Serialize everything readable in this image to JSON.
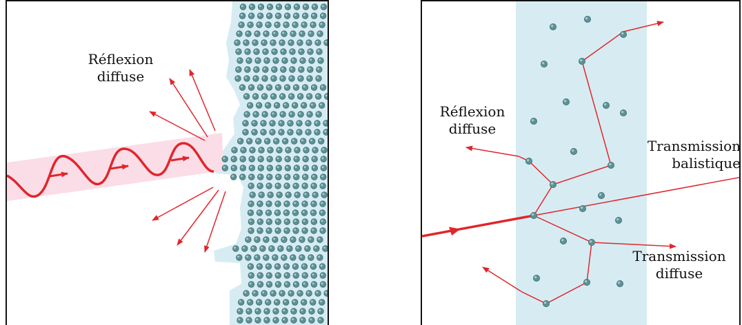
{
  "left_panel": {
    "label": {
      "line1": "Réflexion",
      "line2": "diffuse"
    }
  },
  "right_panel": {
    "reflection_label": {
      "line1": "Réflexion",
      "line2": "diffuse"
    },
    "ballistic_label": {
      "line1": "Transmission",
      "line2": "balistique"
    },
    "diffuse_label": {
      "line1": "Transmission",
      "line2": "diffuse"
    }
  },
  "colors": {
    "medium": "#d6ecf2",
    "particle": "#5e9196",
    "beam": "#fbdde7",
    "ray": "#e0262b",
    "frame": "#111111"
  }
}
